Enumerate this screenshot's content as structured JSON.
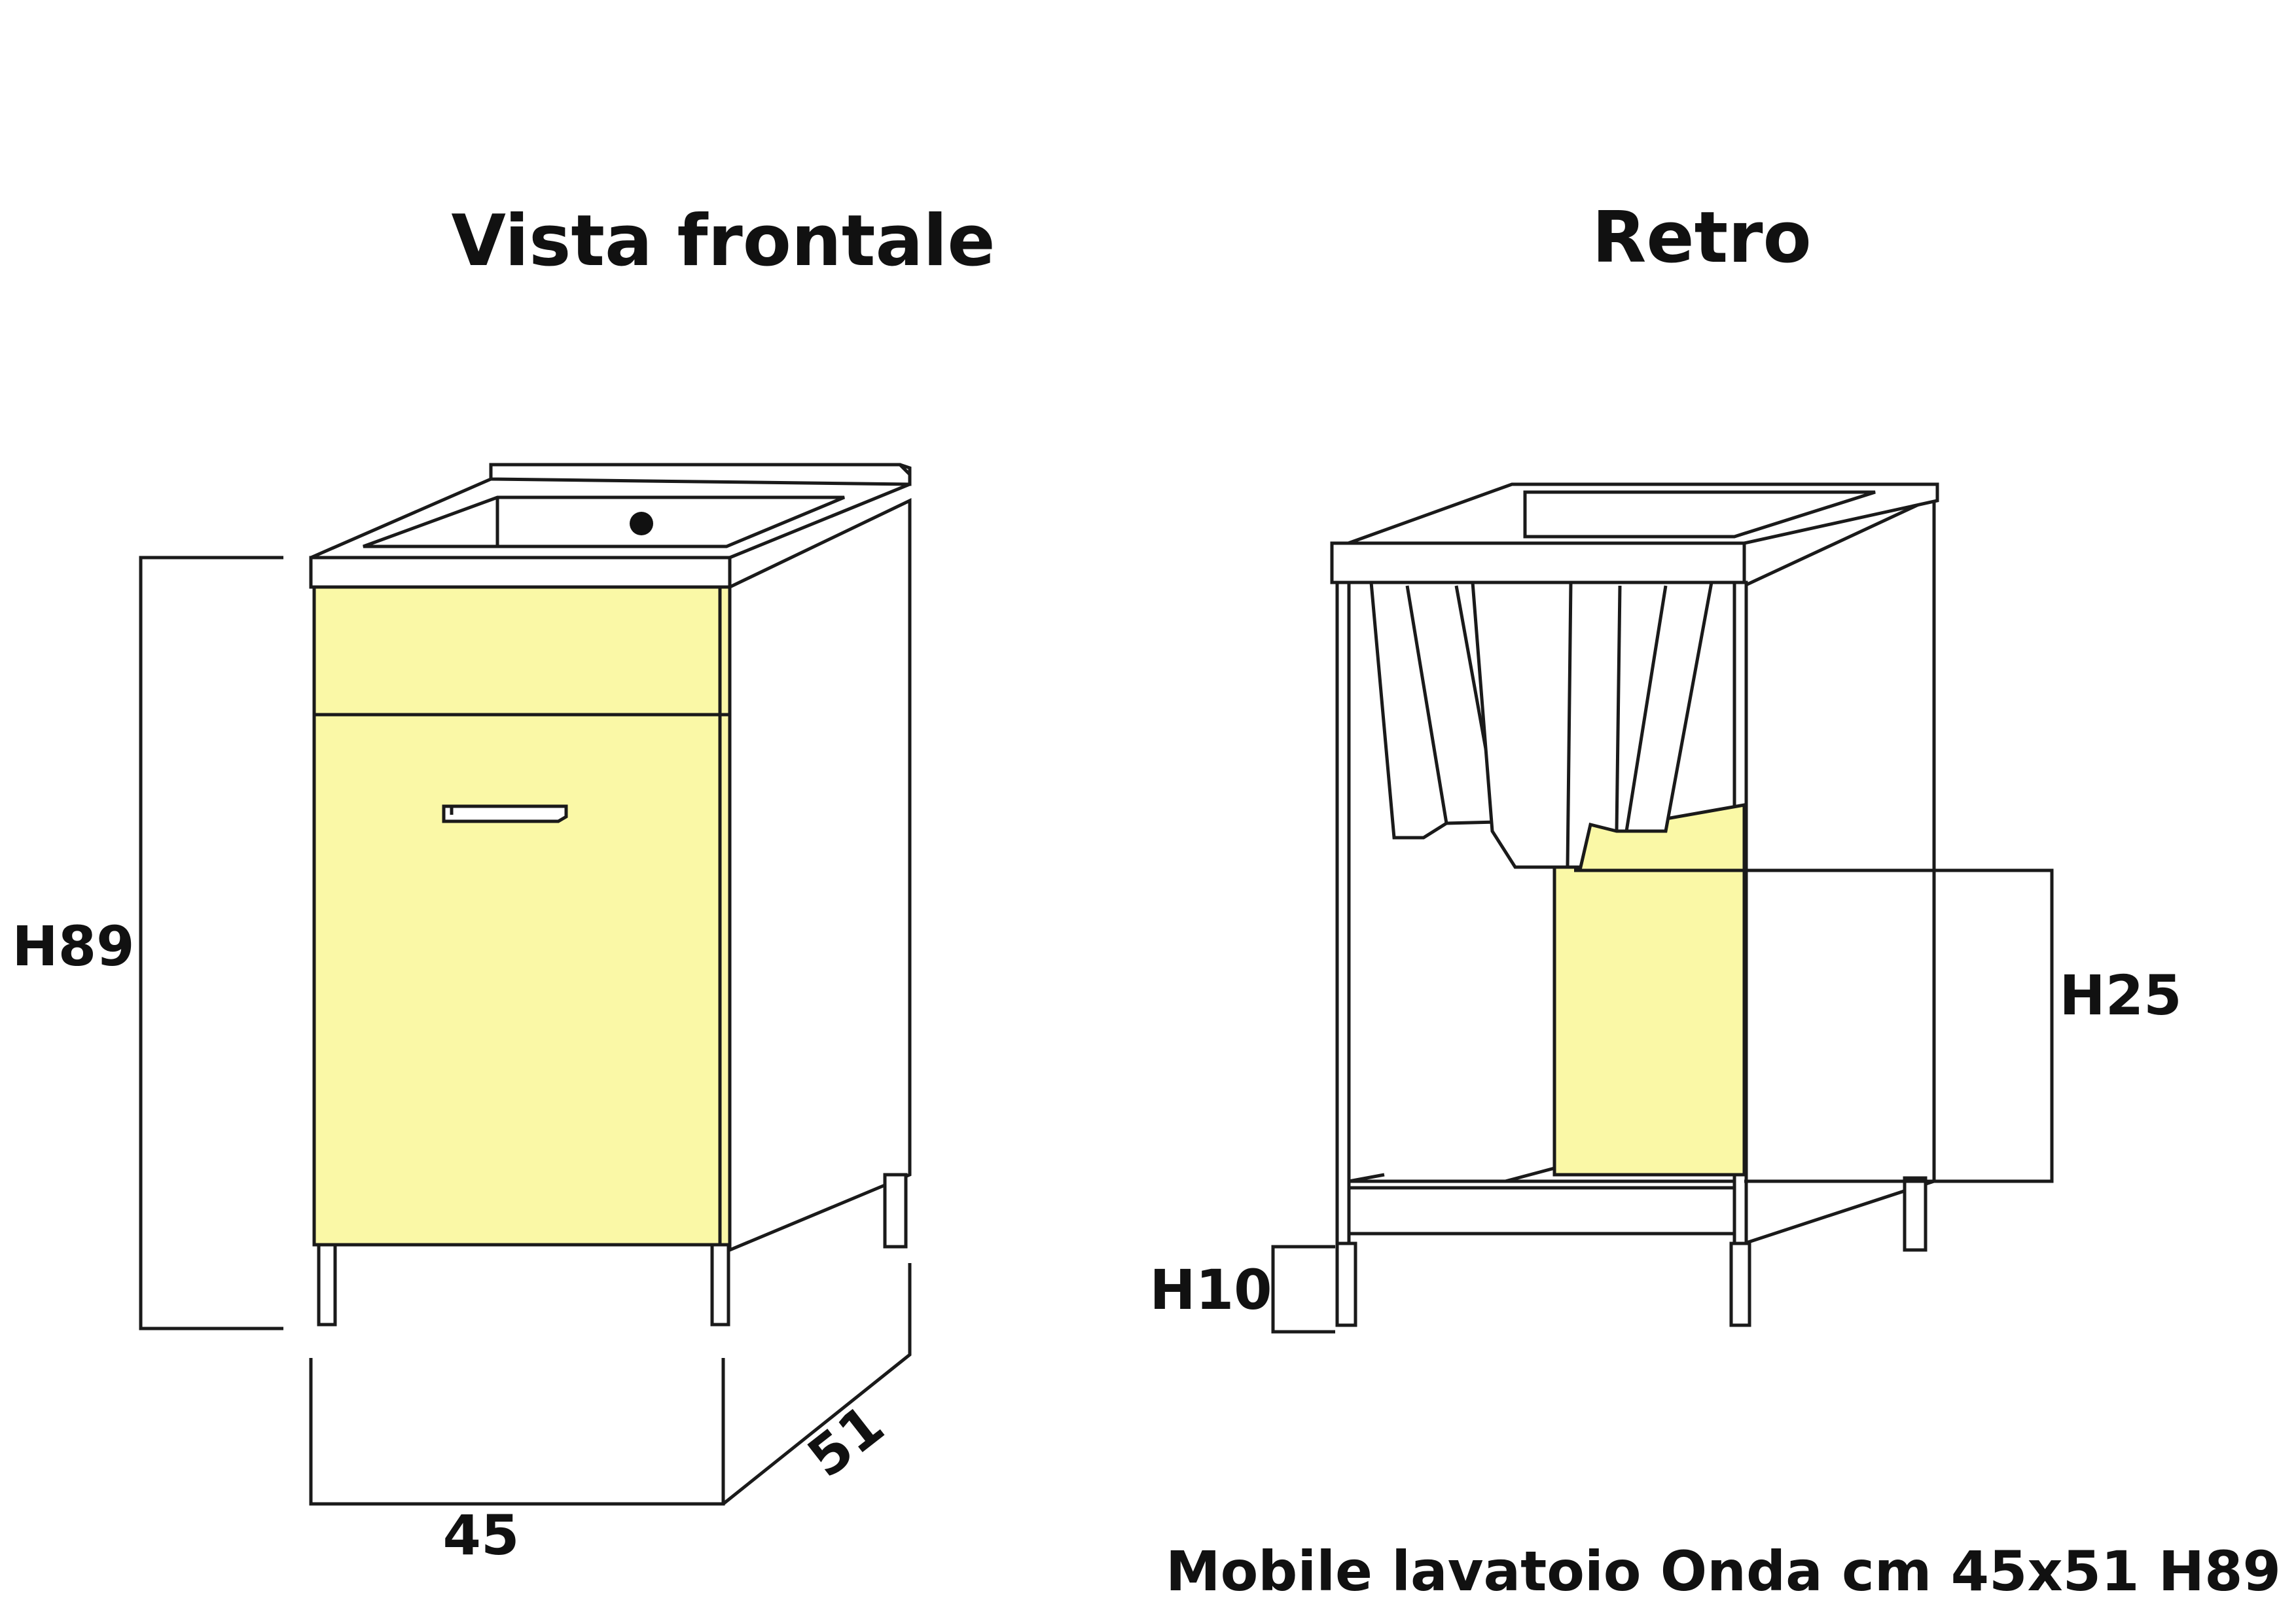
{
  "titles": {
    "front": "Vista frontale",
    "back": "Retro"
  },
  "dimensions": {
    "height_total": "H89",
    "width": "45",
    "depth": "51",
    "height_back": "H25",
    "height_legs": "H10"
  },
  "caption": "Mobile lavatoio Onda cm 45x51 H89",
  "colors": {
    "panel": "#faf8a6",
    "line": "#1a1a1a",
    "background": "#ffffff"
  }
}
